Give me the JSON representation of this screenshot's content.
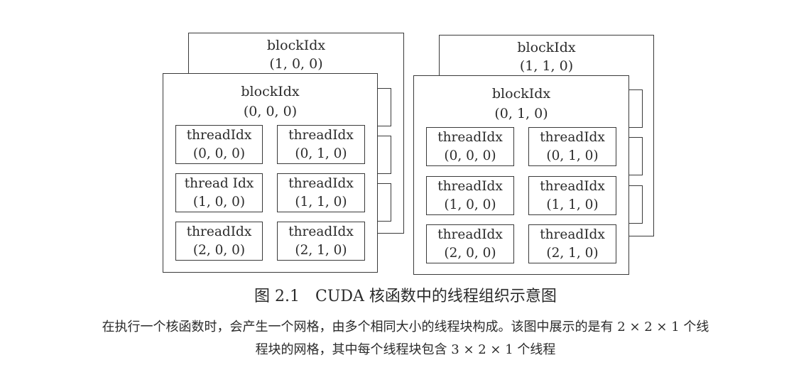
{
  "blocks": {
    "b100": {
      "name": "blockIdx",
      "idx": "(1, 0, 0)"
    },
    "b000": {
      "name": "blockIdx",
      "idx": "(0, 0, 0)"
    },
    "b110": {
      "name": "blockIdx",
      "idx": "(1, 1, 0)"
    },
    "b010": {
      "name": "blockIdx",
      "idx": "(0, 1, 0)"
    }
  },
  "left_threads": [
    {
      "name": "threadIdx",
      "idx": "(0, 0, 0)"
    },
    {
      "name": "threadIdx",
      "idx": "(0, 1, 0)"
    },
    {
      "name": "thread Idx",
      "idx": "(1, 0, 0)"
    },
    {
      "name": "threadIdx",
      "idx": "(1, 1, 0)"
    },
    {
      "name": "threadIdx",
      "idx": "(2, 0, 0)"
    },
    {
      "name": "threadIdx",
      "idx": "(2, 1, 0)"
    }
  ],
  "right_threads": [
    {
      "name": "threadIdx",
      "idx": "(0, 0, 0)"
    },
    {
      "name": "threadIdx",
      "idx": "(0, 1, 0)"
    },
    {
      "name": "threadIdx",
      "idx": "(1, 0, 0)"
    },
    {
      "name": "threadIdx",
      "idx": "(1, 1, 0)"
    },
    {
      "name": "threadIdx",
      "idx": "(2, 0, 0)"
    },
    {
      "name": "threadIdx",
      "idx": "(2, 1, 0)"
    }
  ],
  "caption": "图 2.1　CUDA 核函数中的线程组织示意图",
  "description": {
    "line1": "在执行一个核函数时，会产生一个网格，由多个相同大小的线程块构成。该图中展示的是有 2 × 2 × 1 个线",
    "line2": "程块的网格，其中每个线程块包含 3 × 2 × 1 个线程"
  }
}
